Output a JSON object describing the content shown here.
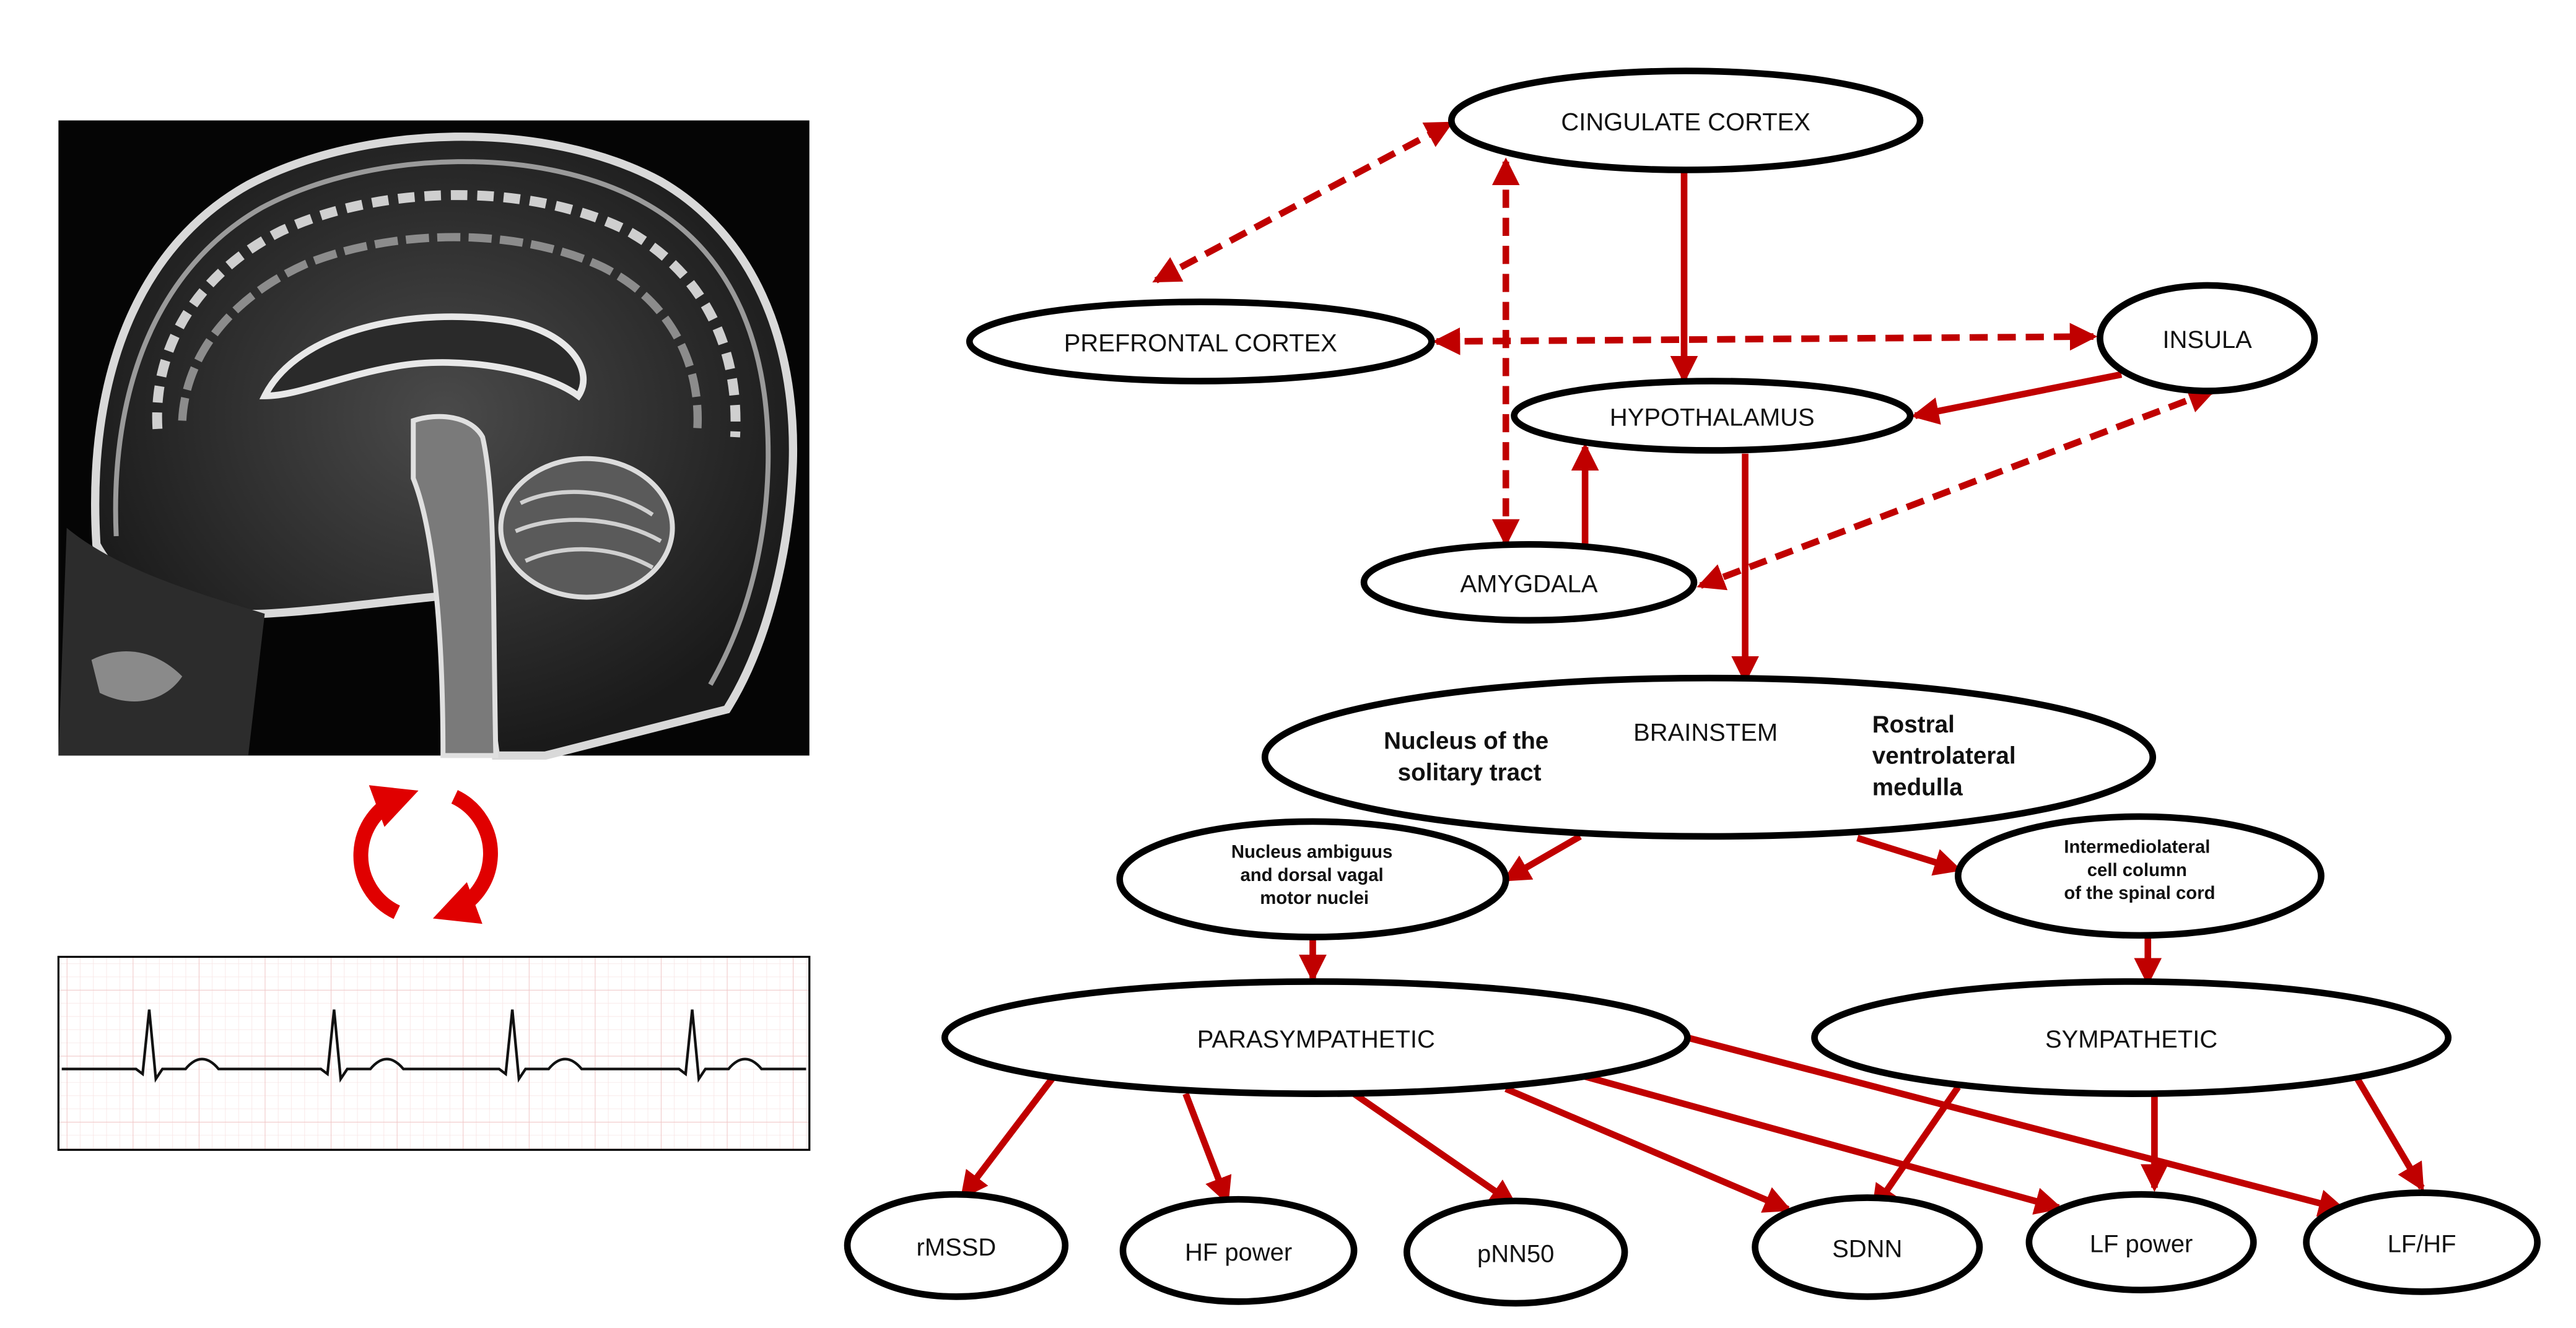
{
  "colors": {
    "arrow": "#c00000",
    "node_stroke": "#000000",
    "node_fill": "#ffffff",
    "mri_bg": "#050505",
    "ecg_grid": "#f6d6d6",
    "cycle_arrow": "#e00000"
  },
  "icons": {
    "brain": "mri-brain-sagittal-image",
    "cycle": "circular-arrows-icon",
    "ecg": "ecg-trace-strip"
  },
  "nodes": {
    "cingulate": "CINGULATE CORTEX",
    "prefrontal": "PREFRONTAL CORTEX",
    "insula": "INSULA",
    "hypothalamus": "HYPOTHALAMUS",
    "amygdala": "AMYGDALA",
    "brainstem": "BRAINSTEM",
    "nts": [
      "Nucleus of the",
      "solitary tract"
    ],
    "rvlm": [
      "Rostral",
      "ventrolateral",
      "medulla"
    ],
    "nucleus_ambiguus": [
      "Nucleus ambiguus",
      "and dorsal vagal",
      "motor nuclei"
    ],
    "iml": [
      "Intermediolateral",
      "cell column",
      "of the spinal cord"
    ],
    "parasympathetic": "PARASYMPATHETIC",
    "sympathetic": "SYMPATHETIC",
    "rmssd": "rMSSD",
    "hf_power": "HF power",
    "pnn50": "pNN50",
    "sdnn": "SDNN",
    "lf_power": "LF power",
    "lf_hf": "LF/HF"
  }
}
